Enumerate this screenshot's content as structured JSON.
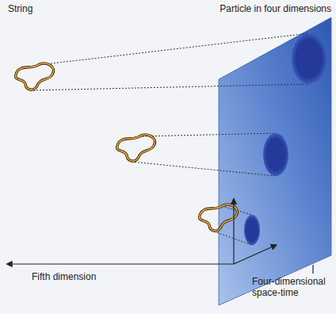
{
  "diagram": {
    "labels": [
      "String",
      "Particle in four dimensions",
      "Fifth dimension",
      "Four-dimensional space-time"
    ]
  }
}
